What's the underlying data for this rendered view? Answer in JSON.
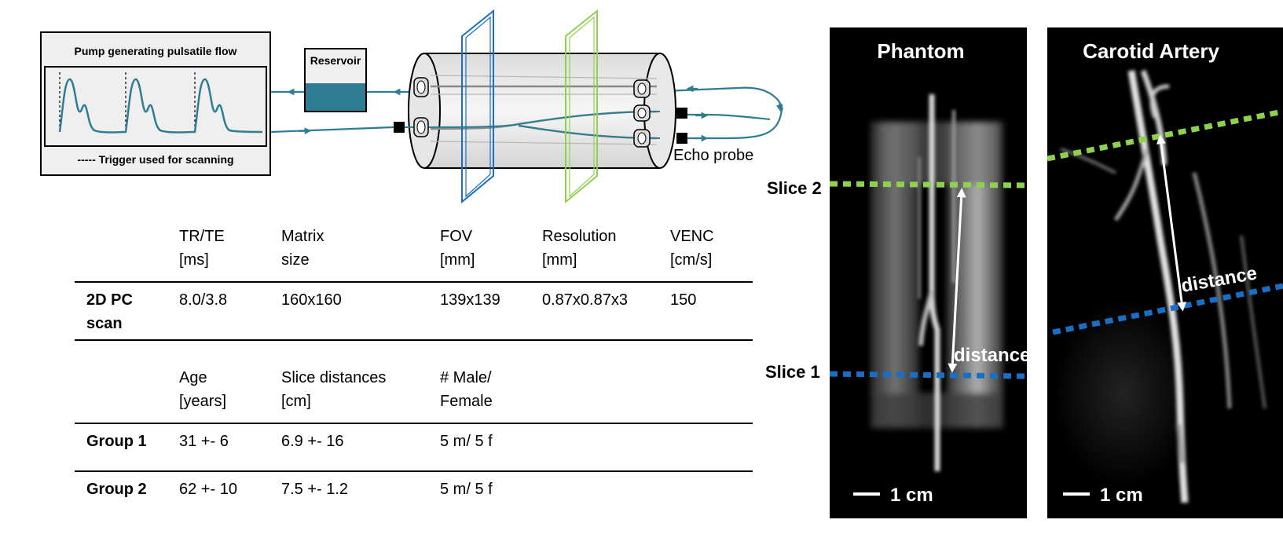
{
  "pump": {
    "title": "Pump generating pulsatile flow",
    "trigger_label": "----- Trigger used for scanning"
  },
  "reservoir": {
    "label": "Reservoir"
  },
  "echo_probe": {
    "label": "Echo probe"
  },
  "scan_table": {
    "headers": [
      [
        "",
        ""
      ],
      [
        "TR/TE",
        "[ms]"
      ],
      [
        "Matrix",
        "size"
      ],
      [
        "FOV",
        "[mm]"
      ],
      [
        "Resolution",
        "[mm]"
      ],
      [
        "VENC",
        "[cm/s]"
      ]
    ],
    "row": {
      "label": [
        "2D PC",
        "scan"
      ],
      "values": [
        "8.0/3.8",
        "160x160",
        "139x139",
        "0.87x0.87x3",
        "150"
      ]
    }
  },
  "group_table": {
    "headers": [
      [
        "",
        ""
      ],
      [
        "Age",
        "[years]"
      ],
      [
        "Slice distances",
        "[cm]"
      ],
      [
        "# Male/",
        "Female"
      ]
    ],
    "rows": [
      {
        "label": "Group 1",
        "values": [
          "31 +- 6",
          "6.9 +- 16",
          "5 m/ 5 f"
        ]
      },
      {
        "label": "Group 2",
        "values": [
          "62 +- 10",
          "7.5 +- 1.2",
          "5 m/ 5 f"
        ]
      }
    ]
  },
  "phantom_panel": {
    "title": "Phantom",
    "distance_label": "distance",
    "scale_label": "1 cm",
    "slice_2_label": "Slice 2",
    "slice_1_label": "Slice 1"
  },
  "carotid_panel": {
    "title": "Carotid Artery",
    "distance_label": "distance",
    "scale_label": "1 cm"
  },
  "colors": {
    "flow_line": "#2e7d92",
    "reservoir_fill": "#2f7d93",
    "slice_1": "#1a6fc4",
    "slice_2": "#8ed14f",
    "table_rule": "#000000",
    "image_bg": "#000000"
  }
}
